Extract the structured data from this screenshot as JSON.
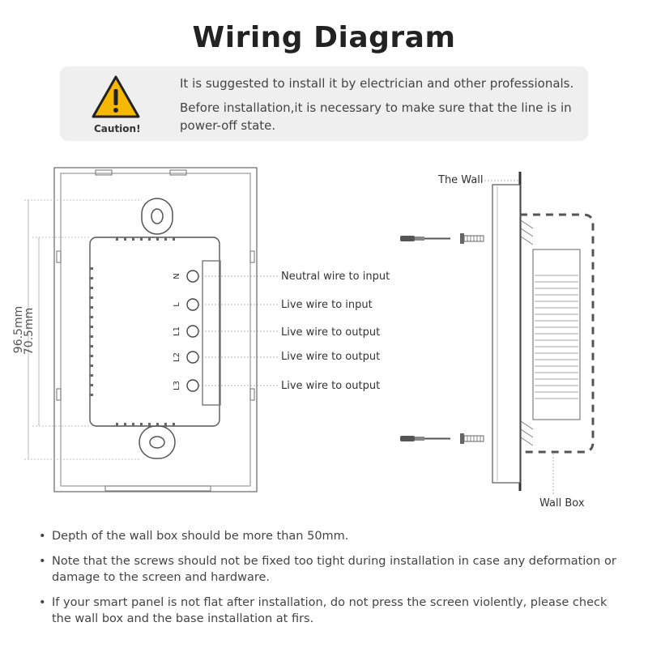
{
  "title": "Wiring Diagram",
  "caution": {
    "label": "Caution!",
    "line1": "It is suggested to install it by electrician and other professionals.",
    "line2": "Before installation,it is necessary to make sure that the line is in",
    "line3": "power-off state.",
    "icon": "warning-triangle-icon",
    "icon_color": "#f6b800"
  },
  "front_view": {
    "dimension_outer": "96.5mm",
    "dimension_inner": "70.5mm",
    "terminals": [
      {
        "code": "N",
        "label": "Neutral wire to input"
      },
      {
        "code": "L",
        "label": "Live wire to input"
      },
      {
        "code": "L1",
        "label": "Live wire to output"
      },
      {
        "code": "L2",
        "label": "Live wire to output"
      },
      {
        "code": "L3",
        "label": "Live wire to output"
      }
    ]
  },
  "side_view": {
    "wall_label": "The Wall",
    "wall_box_label": "Wall Box"
  },
  "notes": [
    "Depth of the wall box should be more than 50mm.",
    "Note that the screws should not be fixed too tight during installation in case any deformation or damage to the screen and hardware.",
    "If your smart panel is not flat after installation, do not press the screen violently, please check the wall box and the base installation at firs."
  ]
}
